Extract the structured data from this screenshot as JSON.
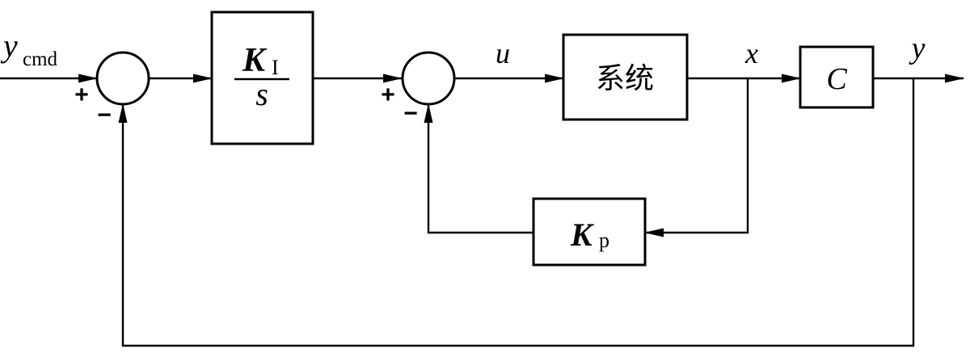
{
  "diagram": {
    "input": {
      "symbol": "y",
      "subscript": "cmd"
    },
    "sum1": {
      "plus": "+",
      "minus": "−"
    },
    "integrator": {
      "numerator": "K",
      "numerator_sub": "I",
      "denominator": "s"
    },
    "sum2": {
      "plus": "+",
      "minus": "−"
    },
    "control_signal": "u",
    "plant": "系统",
    "state": "x",
    "output_matrix": "C",
    "output": "y",
    "feedback_gain": {
      "symbol": "K",
      "subscript": "p"
    }
  },
  "colors": {
    "stroke": "#000000",
    "background": "#ffffff"
  }
}
